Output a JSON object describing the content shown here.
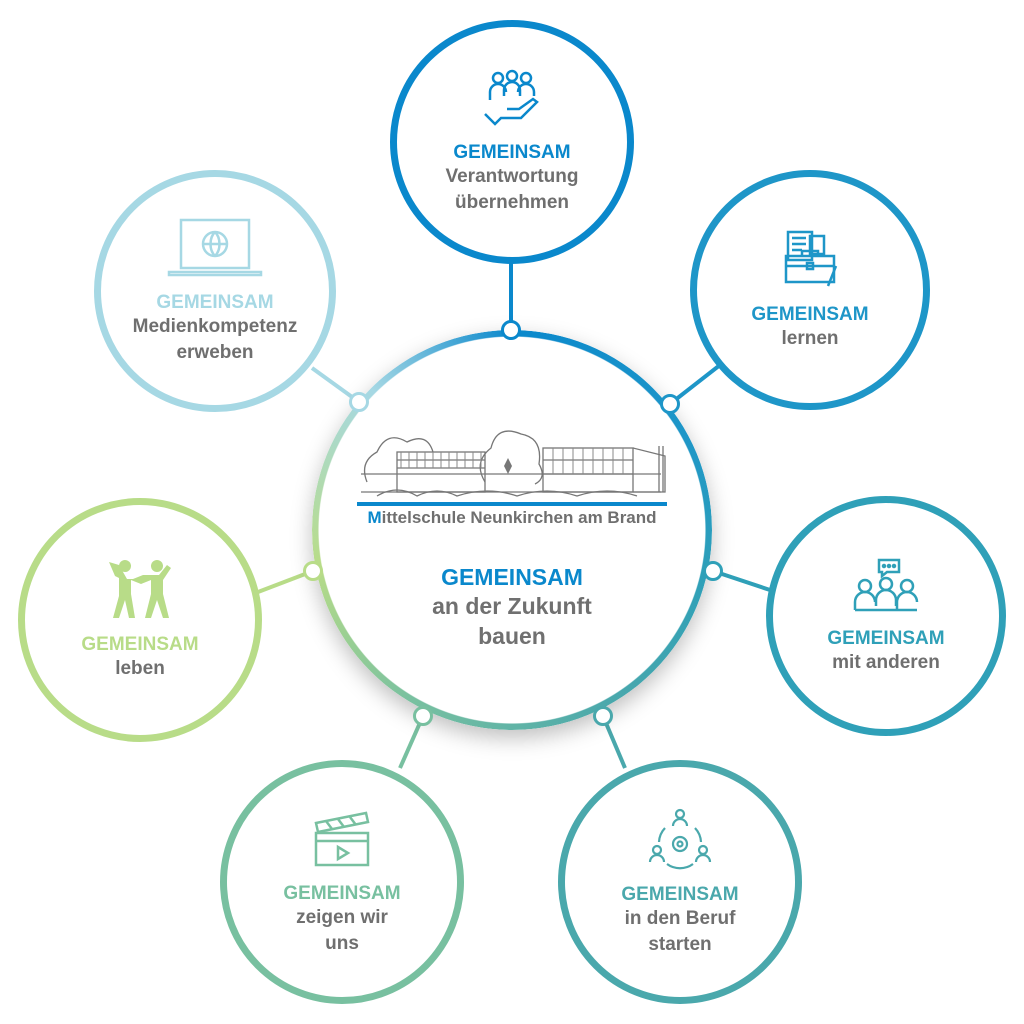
{
  "center": {
    "school_initial": "M",
    "school_rest": "ittelschule Neunkirchen am Brand",
    "keyword": "GEMEINSAM",
    "line1": "an der Zukunft",
    "line2": "bauen"
  },
  "circles": [
    {
      "keyword": "GEMEINSAM",
      "line1": "Verantwortung",
      "line2": "übernehmen",
      "icon": "people-hand-icon",
      "color": "#0a88cc"
    },
    {
      "keyword": "GEMEINSAM",
      "line1": "lernen",
      "line2": "",
      "icon": "briefcase-documents-icon",
      "color": "#1e96c8"
    },
    {
      "keyword": "GEMEINSAM",
      "line1": "mit anderen",
      "line2": "",
      "icon": "group-chat-icon",
      "color": "#2fa0b8"
    },
    {
      "keyword": "GEMEINSAM",
      "line1": "in den Beruf",
      "line2": "starten",
      "icon": "network-gear-icon",
      "color": "#4aa8ac"
    },
    {
      "keyword": "GEMEINSAM",
      "line1": "zeigen wir",
      "line2": "uns",
      "icon": "clapperboard-icon",
      "color": "#78c0a0"
    },
    {
      "keyword": "GEMEINSAM",
      "line1": "leben",
      "line2": "",
      "icon": "dancing-people-icon",
      "color": "#b8dc88"
    },
    {
      "keyword": "GEMEINSAM",
      "line1": "Medienkompetenz",
      "line2": "erweben",
      "icon": "laptop-globe-icon",
      "color": "#a6d8e4"
    }
  ]
}
